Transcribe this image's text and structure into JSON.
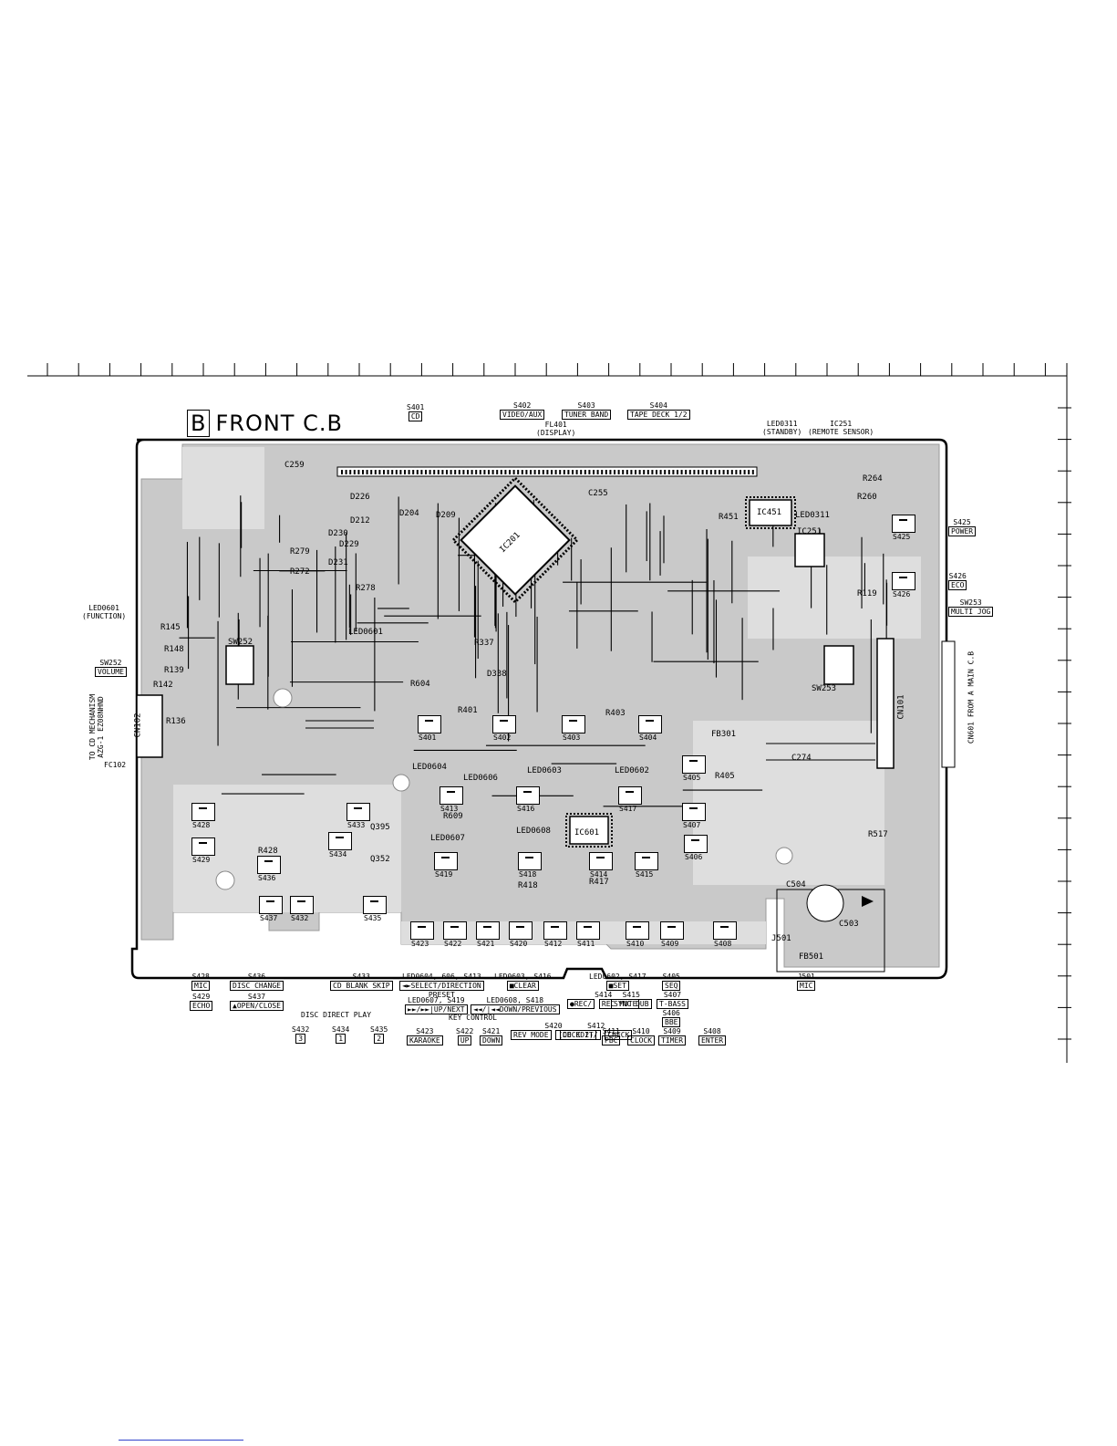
{
  "title": {
    "badge": "B",
    "text": "FRONT C.B"
  },
  "top_labels": [
    {
      "id": "S401",
      "name": "S401",
      "func": "CD"
    },
    {
      "id": "S402",
      "name": "S402",
      "func": "VIDEO/AUX"
    },
    {
      "id": "S403",
      "name": "S403",
      "func": "TUNER BAND"
    },
    {
      "id": "S404",
      "name": "S404",
      "func": "TAPE DECK 1/2"
    }
  ],
  "display": {
    "name": "FL401",
    "func": "(DISPLAY)"
  },
  "standby": {
    "name": "LED0311",
    "func": "(STANDBY)"
  },
  "remote": {
    "name": "IC251",
    "func": "(REMOTE SENSOR)"
  },
  "right_labels": [
    {
      "name": "S425",
      "func": "POWER"
    },
    {
      "name": "S426",
      "func": "ECO"
    },
    {
      "name": "SW253",
      "func": "MULTI JOG"
    }
  ],
  "connector_right": {
    "name": "CN601",
    "func": "FROM A MAIN C.B"
  },
  "left_labels": {
    "led0601": {
      "name": "LED0601",
      "func": "(FUNCTION)"
    },
    "sw252": {
      "name": "SW252",
      "func": "VOLUME"
    },
    "fc102": {
      "line1": "TO CD MECHANISM",
      "line2": "AZG-1 EZ08NHND",
      "name": "FC102"
    }
  },
  "bottom_labels": {
    "s428": {
      "name": "S428",
      "func": "MIC"
    },
    "s429": {
      "name": "S429",
      "func": "ECHO"
    },
    "s436": {
      "name": "S436",
      "func": "DISC CHANGE"
    },
    "s437": {
      "name": "S437",
      "func": "▲OPEN/CLOSE"
    },
    "s433": {
      "name": "S433",
      "func": "CD BLANK SKIP"
    },
    "led0604": {
      "name": "LED0604, 606, S413",
      "func": "◄►SELECT/DIRECTION",
      "func2": "PRESET"
    },
    "led0603": {
      "name": "LED0603, S416",
      "func": "■CLEAR"
    },
    "led0602": {
      "name": "LED0602, S417",
      "func": "■SET"
    },
    "s405": {
      "name": "S405",
      "func": "SEQ"
    },
    "led0607": {
      "name": "LED0607, S419",
      "func": "►►/►►|UP/NEXT"
    },
    "led0608": {
      "name": "LED0608, S418",
      "func": "◄◄/|◄◄DOWN/PREVIOUS"
    },
    "s414": {
      "name": "S414",
      "func": "●REC/",
      "func2": "REC MUTE"
    },
    "s415": {
      "name": "S415",
      "func": "SYNC DUB"
    },
    "s407": {
      "name": "S407",
      "func": "T-BASS"
    },
    "s406": {
      "name": "S406",
      "func": "BBE"
    },
    "disc_direct": {
      "heading": "DISC DIRECT PLAY"
    },
    "s432": {
      "name": "S432",
      "func": "3"
    },
    "s434": {
      "name": "S434",
      "func": "1"
    },
    "s435": {
      "name": "S435",
      "func": "2"
    },
    "key_control": {
      "heading": "KEY CONTROL"
    },
    "s423": {
      "name": "S423",
      "func": "KARAOKE"
    },
    "s422": {
      "name": "S422",
      "func": "UP"
    },
    "s421": {
      "name": "S421",
      "func": "DOWN"
    },
    "s420": {
      "name": "S420",
      "func": "REV MODE",
      "func2": "(DECK 2)"
    },
    "s412": {
      "name": "S412",
      "func": "CD EDIT/",
      "func2": "CHECK"
    },
    "s411": {
      "name": "S411",
      "func": "PBC"
    },
    "s410": {
      "name": "S410",
      "func": "CLOCK"
    },
    "s409": {
      "name": "S409",
      "func": "TIMER"
    },
    "s408": {
      "name": "S408",
      "func": "ENTER"
    },
    "j501": {
      "name": "J501",
      "func": "MIC"
    }
  },
  "board_switches": [
    {
      "label": "S401"
    },
    {
      "label": "S402"
    },
    {
      "label": "S403"
    },
    {
      "label": "S404"
    },
    {
      "label": "S405"
    },
    {
      "label": "S407"
    },
    {
      "label": "S406"
    },
    {
      "label": "S425"
    },
    {
      "label": "S426"
    },
    {
      "label": "S428"
    },
    {
      "label": "S429"
    },
    {
      "label": "S433"
    },
    {
      "label": "S434"
    },
    {
      "label": "S436"
    },
    {
      "label": "S437"
    },
    {
      "label": "S432"
    },
    {
      "label": "S435"
    },
    {
      "label": "S419"
    },
    {
      "label": "S418"
    },
    {
      "label": "S414"
    },
    {
      "label": "S415"
    },
    {
      "label": "S416"
    },
    {
      "label": "S417"
    },
    {
      "label": "S413"
    },
    {
      "label": "S423"
    },
    {
      "label": "S422"
    },
    {
      "label": "S421"
    },
    {
      "label": "S420"
    },
    {
      "label": "S412"
    },
    {
      "label": "S411"
    },
    {
      "label": "S410"
    },
    {
      "label": "S409"
    },
    {
      "label": "S408"
    }
  ],
  "board_parts": [
    {
      "label": "IC201"
    },
    {
      "label": "IC451"
    },
    {
      "label": "IC251"
    },
    {
      "label": "IC601"
    },
    {
      "label": "SW252"
    },
    {
      "label": "SW253"
    },
    {
      "label": "CN102"
    },
    {
      "label": "CN101"
    },
    {
      "label": "C255"
    },
    {
      "label": "C259"
    },
    {
      "label": "C274"
    },
    {
      "label": "C503"
    },
    {
      "label": "C504"
    },
    {
      "label": "FB301"
    },
    {
      "label": "FB501"
    },
    {
      "label": "J501"
    },
    {
      "label": "Q352"
    },
    {
      "label": "Q395"
    },
    {
      "label": "R145"
    },
    {
      "label": "R148"
    },
    {
      "label": "R139"
    },
    {
      "label": "R142"
    },
    {
      "label": "R136"
    },
    {
      "label": "R279"
    },
    {
      "label": "R272"
    },
    {
      "label": "R278"
    },
    {
      "label": "R401"
    },
    {
      "label": "R403"
    },
    {
      "label": "R405"
    },
    {
      "label": "R417"
    },
    {
      "label": "R418"
    },
    {
      "label": "R428"
    },
    {
      "label": "R451"
    },
    {
      "label": "R260"
    },
    {
      "label": "R264"
    },
    {
      "label": "R119"
    },
    {
      "label": "R337"
    },
    {
      "label": "R604"
    },
    {
      "label": "R609"
    },
    {
      "label": "R517"
    },
    {
      "label": "D226"
    },
    {
      "label": "D212"
    },
    {
      "label": "D230"
    },
    {
      "label": "D229"
    },
    {
      "label": "D231"
    },
    {
      "label": "D209"
    },
    {
      "label": "D204"
    },
    {
      "label": "D338"
    },
    {
      "label": "LED0601"
    },
    {
      "label": "LED0602"
    },
    {
      "label": "LED0603"
    },
    {
      "label": "LED0604"
    },
    {
      "label": "LED0606"
    },
    {
      "label": "LED0607"
    },
    {
      "label": "LED0608"
    },
    {
      "label": "LED0311"
    }
  ]
}
